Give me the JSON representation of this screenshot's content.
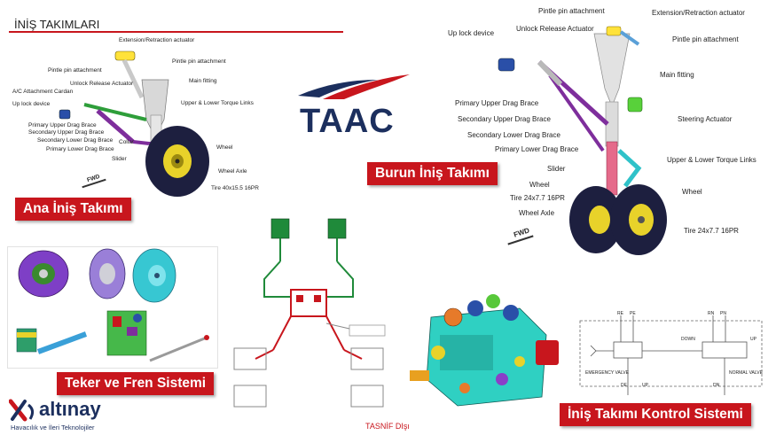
{
  "page": {
    "title": "İNİŞ TAKIMLARI",
    "classification": "TASNİF DIşı"
  },
  "main_gear": {
    "banner": "Ana İniş Takımı",
    "labels": {
      "extension": "Extension/Retraction actuator",
      "pintle1": "Pintle pin attachment",
      "pintle2": "Pintle pin attachment",
      "unlock": "Unlock Release Actuator",
      "main_fitting": "Main fitting",
      "ac_cardan": "A/C Attachment Cardan",
      "uplock": "Up lock device",
      "torque": "Upper & Lower Torque Links",
      "pub": "Primary Upper Drag Brace",
      "sud": "Secondary Upper Drag Brace",
      "sld": "Secondary Lower Drag Brace",
      "pld": "Primary Lower Drag Brace",
      "collar": "Collar",
      "slider": "Slider",
      "wheel": "Wheel",
      "wheel_axle": "Wheel Axle",
      "tire": "Tire 40x15.5 16PR",
      "fwd": "FWD"
    }
  },
  "nose_gear": {
    "banner": "Burun İniş Takımı",
    "labels": {
      "pintle1": "Pintle pin attachment",
      "extension": "Extension/Retraction actuator",
      "unlock": "Unlock Release Actuator",
      "uplock": "Up lock device",
      "pintle2": "Pintle pin attachment",
      "main_fitting": "Main fitting",
      "pub": "Primary Upper Drag Brace",
      "steering": "Steering Actuator",
      "sud": "Secondary Upper Drag Brace",
      "sld": "Secondary Lower Drag Brace",
      "pld": "Primary Lower Drag Brace",
      "slider": "Slider",
      "torque": "Upper & Lower Torque Links",
      "wheel_l": "Wheel",
      "wheel_r": "Wheel",
      "tire_l": "Tire 24x7.7 16PR",
      "wheel_axle": "Wheel Axle",
      "tire_r": "Tire 24x7.7 16PR",
      "fwd": "FWD"
    }
  },
  "brake": {
    "banner": "Teker ve Fren Sistemi"
  },
  "control": {
    "banner": "İniş Takımı Kontrol Sistemi",
    "schematic": {
      "re": "RE",
      "pe": "PE",
      "rn": "RN",
      "pn": "PN",
      "down": "DOWN",
      "up": "UP",
      "de": "DE",
      "up2": "UP",
      "dn": "DN",
      "emergency": "EMERGENCY VALVE",
      "normal": "NORMAL VALVE"
    }
  },
  "taac_logo": {
    "text": "TAAC"
  },
  "altinay_logo": {
    "name": "altınay",
    "sub": "Havacılık ve İleri Teknolojiler"
  },
  "colors": {
    "red": "#c8161d",
    "navy": "#1c2f5e",
    "purple": "#7e2e9c",
    "green": "#2e9e3a",
    "cyan": "#2fc2c9"
  }
}
